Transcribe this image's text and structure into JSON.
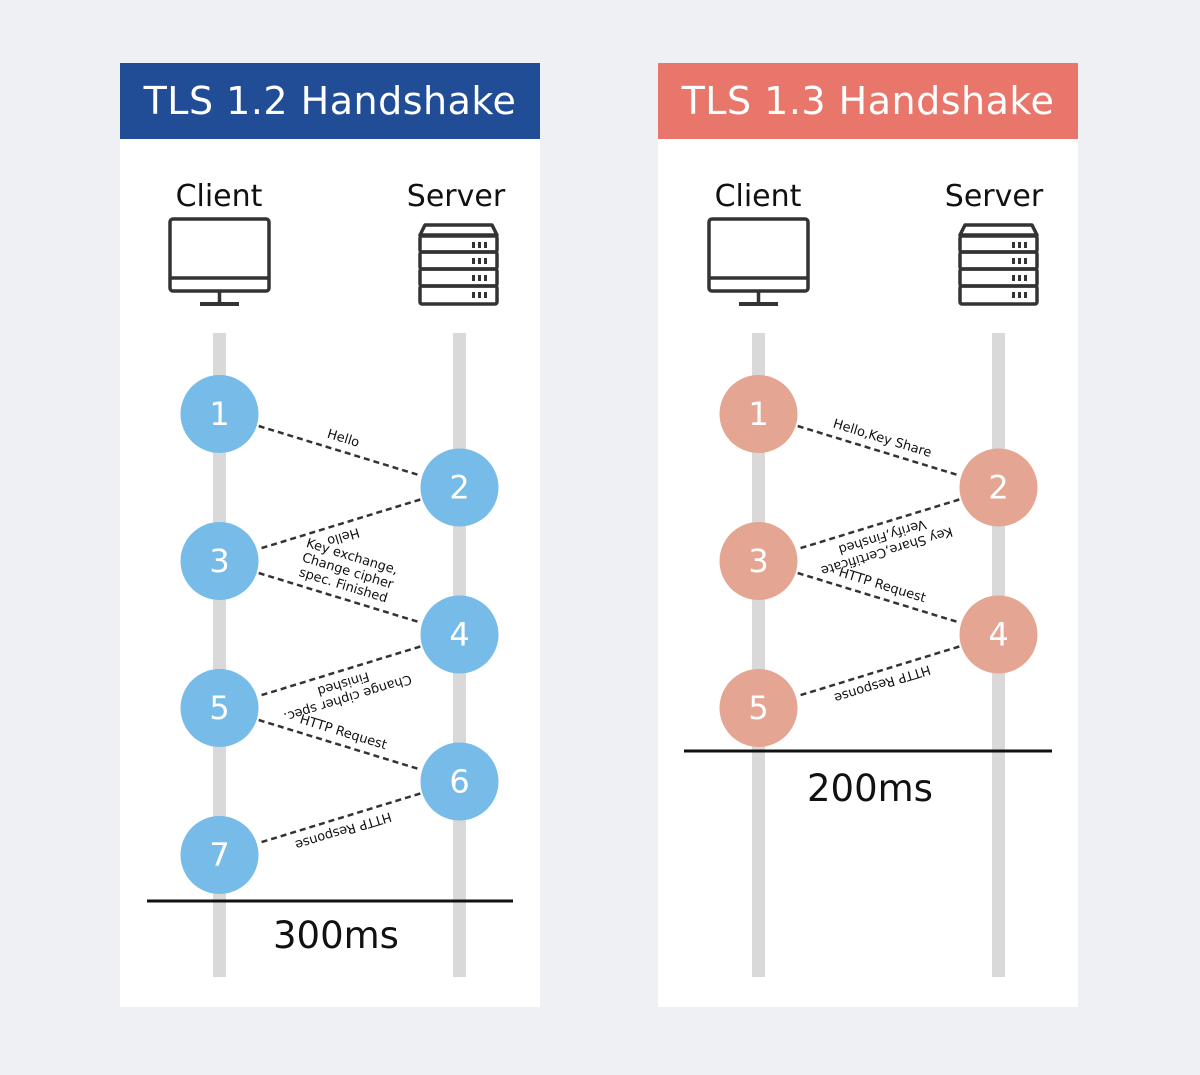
{
  "colors": {
    "tls12_header": "#214d97",
    "tls13_header": "#e8766a",
    "tls12_step": "#77bbe9",
    "tls13_step": "#e5a593",
    "lane": "#d9d9d9",
    "text": "#111111"
  },
  "icons": {
    "client": "monitor-icon",
    "server": "server-rack-icon"
  },
  "tls12": {
    "title": "TLS 1.2 Handshake",
    "client_label": "Client",
    "server_label": "Server",
    "total_time": "300ms",
    "steps": [
      {
        "n": "1",
        "side": "client"
      },
      {
        "n": "2",
        "side": "server"
      },
      {
        "n": "3",
        "side": "client"
      },
      {
        "n": "4",
        "side": "server"
      },
      {
        "n": "5",
        "side": "client"
      },
      {
        "n": "6",
        "side": "server"
      },
      {
        "n": "7",
        "side": "client"
      }
    ],
    "messages": [
      {
        "from": "1",
        "to": "2",
        "lines": [
          "Hello"
        ]
      },
      {
        "from": "2",
        "to": "3",
        "lines": [
          "Hello"
        ]
      },
      {
        "from": "3",
        "to": "4",
        "lines": [
          "Key exchange,",
          "Change cipher",
          "spec. Finished"
        ]
      },
      {
        "from": "4",
        "to": "5",
        "lines": [
          "Change cipher spec.",
          "Finished"
        ]
      },
      {
        "from": "5",
        "to": "6",
        "lines": [
          "HTTP Request"
        ]
      },
      {
        "from": "6",
        "to": "7",
        "lines": [
          "HTTP Response"
        ]
      }
    ]
  },
  "tls13": {
    "title": "TLS 1.3 Handshake",
    "client_label": "Client",
    "server_label": "Server",
    "total_time": "200ms",
    "steps": [
      {
        "n": "1",
        "side": "client"
      },
      {
        "n": "2",
        "side": "server"
      },
      {
        "n": "3",
        "side": "client"
      },
      {
        "n": "4",
        "side": "server"
      },
      {
        "n": "5",
        "side": "client"
      }
    ],
    "messages": [
      {
        "from": "1",
        "to": "2",
        "lines": [
          "Hello,Key Share"
        ]
      },
      {
        "from": "2",
        "to": "3",
        "lines": [
          "Key Share,Certificate",
          "Verify,Finshed"
        ]
      },
      {
        "from": "3",
        "to": "4",
        "lines": [
          "HTTP Request"
        ]
      },
      {
        "from": "4",
        "to": "5",
        "lines": [
          "HTTP Response"
        ]
      }
    ]
  }
}
